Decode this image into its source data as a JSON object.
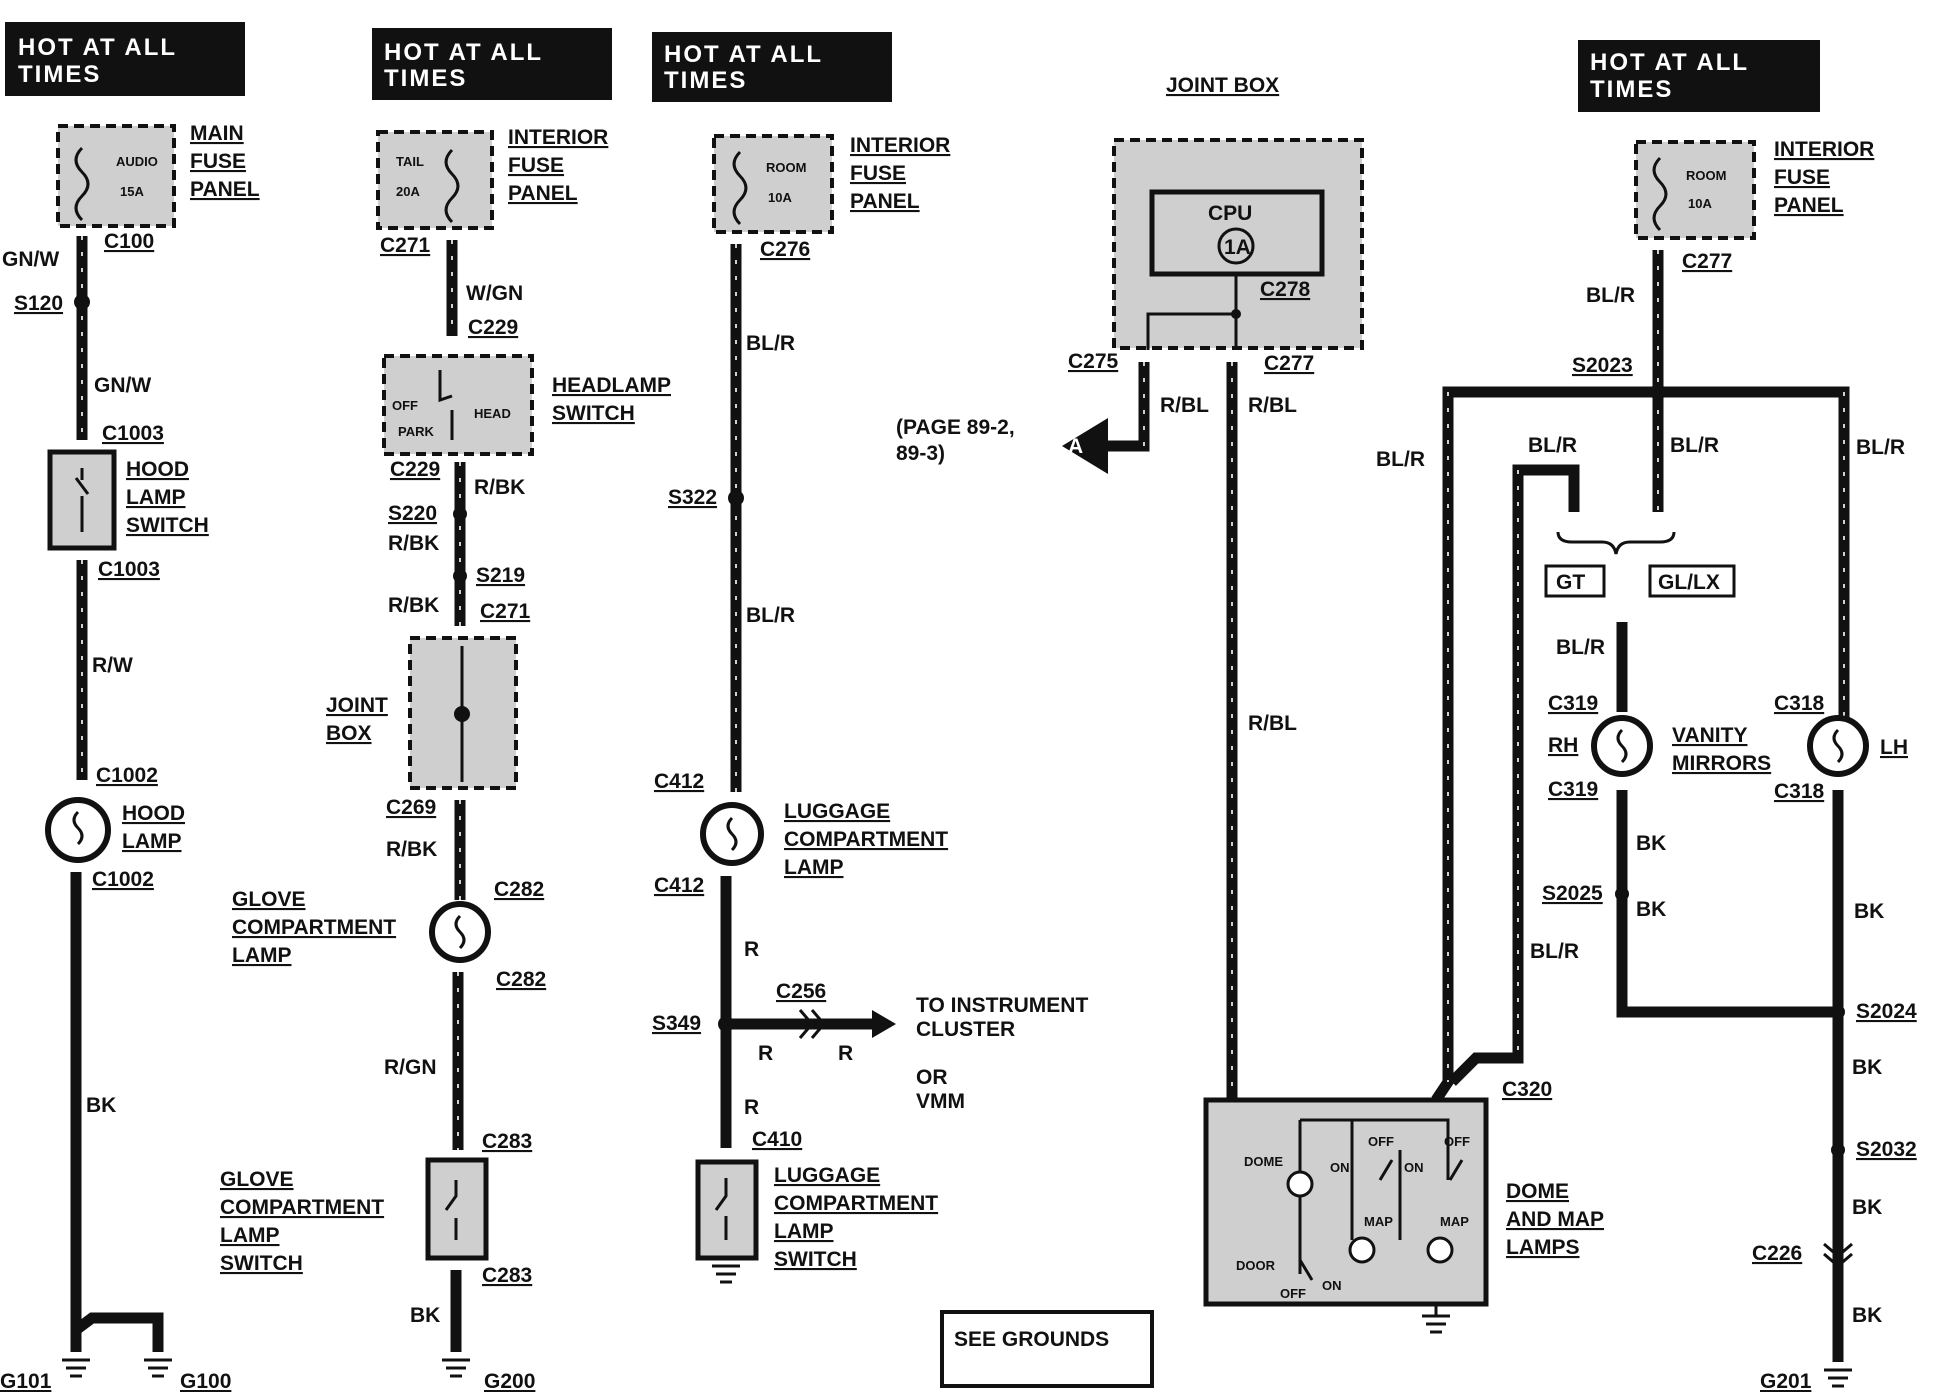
{
  "hot_label": "HOT AT ALL TIMES",
  "hot_line1": "HOT AT ALL",
  "hot_line2": "TIMES",
  "fuses": {
    "main": {
      "name": "AUDIO",
      "rating": "15A",
      "panel_lines": [
        "MAIN",
        "FUSE",
        "PANEL"
      ]
    },
    "tail": {
      "name": "TAIL",
      "rating": "20A",
      "panel_lines": [
        "INTERIOR",
        "FUSE",
        "PANEL"
      ]
    },
    "room1": {
      "name": "ROOM",
      "rating": "10A",
      "panel_lines": [
        "INTERIOR",
        "FUSE",
        "PANEL"
      ]
    },
    "room2": {
      "name": "ROOM",
      "rating": "10A",
      "panel_lines": [
        "INTERIOR",
        "FUSE",
        "PANEL"
      ]
    }
  },
  "connectors": {
    "c100": "C100",
    "c1003": "C1003",
    "c1002": "C1002",
    "c271": "C271",
    "c229": "C229",
    "c269": "C269",
    "c282": "C282",
    "c283": "C283",
    "c276": "C276",
    "c412": "C412",
    "c256": "C256",
    "c410": "C410",
    "c275": "C275",
    "c277": "C277",
    "c278": "C278",
    "c319": "C319",
    "c318": "C318",
    "c320": "C320",
    "c226": "C226"
  },
  "splices": {
    "s120": "S120",
    "s220": "S220",
    "s219": "S219",
    "s322": "S322",
    "s349": "S349",
    "s2023": "S2023",
    "s2025": "S2025",
    "s2024": "S2024",
    "s2032": "S2032"
  },
  "grounds": {
    "g101": "G101",
    "g100": "G100",
    "g200": "G200",
    "g201": "G201"
  },
  "wires": {
    "gnw": "GN/W",
    "rw": "R/W",
    "bk": "BK",
    "wgn": "W/GN",
    "rbk": "R/BK",
    "rgn": "R/GN",
    "blr": "BL/R",
    "r": "R",
    "rbl": "R/BL"
  },
  "components": {
    "hood_lamp_switch": [
      "HOOD",
      "LAMP",
      "SWITCH"
    ],
    "hood_lamp": [
      "HOOD",
      "LAMP"
    ],
    "headlamp_switch": [
      "HEADLAMP",
      "SWITCH"
    ],
    "headlamp_positions": {
      "off": "OFF",
      "park": "PARK",
      "head": "HEAD"
    },
    "joint_box_left": [
      "JOINT",
      "BOX"
    ],
    "glove_lamp": [
      "GLOVE",
      "COMPARTMENT",
      "LAMP"
    ],
    "glove_switch": [
      "GLOVE",
      "COMPARTMENT",
      "LAMP",
      "SWITCH"
    ],
    "luggage_lamp": [
      "LUGGAGE",
      "COMPARTMENT",
      "LAMP"
    ],
    "luggage_switch": [
      "LUGGAGE",
      "COMPARTMENT",
      "LAMP",
      "SWITCH"
    ],
    "instrument": [
      "TO INSTRUMENT",
      "CLUSTER"
    ],
    "or_vmm": [
      "OR",
      "VMM"
    ],
    "joint_box_top": "JOINT BOX",
    "cpu": "CPU",
    "cpu_fuse": "1A",
    "page_ref": [
      "(PAGE 89-2,",
      "89-3)"
    ],
    "ref_a": "A",
    "vanity": [
      "VANITY",
      "MIRRORS"
    ],
    "rh": "RH",
    "lh": "LH",
    "gt": "GT",
    "gllx": "GL/LX",
    "dome_map": [
      "DOME",
      "AND MAP",
      "LAMPS"
    ],
    "dome_inner": {
      "dome": "DOME",
      "door": "DOOR",
      "on": "ON",
      "off": "OFF",
      "map": "MAP"
    },
    "see_grounds": "SEE GROUNDS"
  }
}
